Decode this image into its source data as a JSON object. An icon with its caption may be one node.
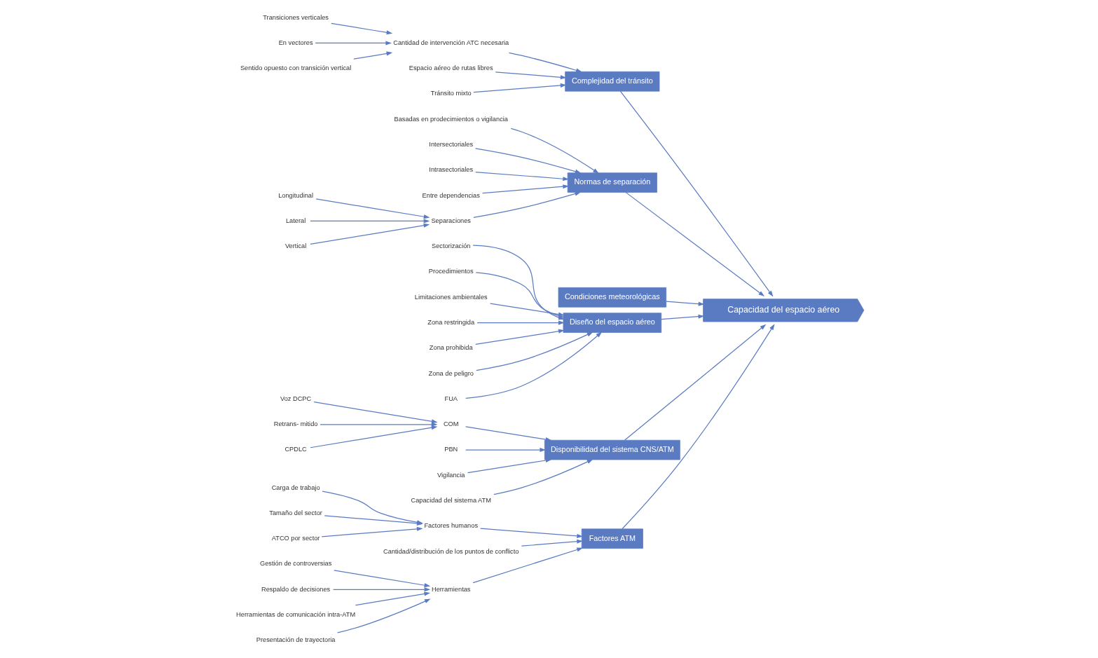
{
  "diagram": {
    "nodes": [
      {
        "text": [
          "Capacidad del espacio aéreo"
        ]
      },
      {
        "text": [
          "Complejidad del tránsito"
        ]
      },
      {
        "text": [
          "Normas de separación"
        ]
      },
      {
        "text": [
          "Condiciones meteorológicas"
        ]
      },
      {
        "text": [
          "Diseño del espacio aéreo"
        ]
      },
      {
        "text": [
          "Disponibilidad del sistema CNS/ATM"
        ]
      },
      {
        "text": [
          "Factores ATM"
        ]
      },
      {
        "text": [
          "Transiciones verticales"
        ]
      },
      {
        "text": [
          "Cantidad de intervención ATC necesaria"
        ]
      },
      {
        "text": [
          "En vectores"
        ]
      },
      {
        "text": [
          "Sentido opuesto con transición vertical"
        ]
      },
      {
        "text": [
          "Espacio aéreo de rutas libres"
        ]
      },
      {
        "text": [
          "Tránsito mixto"
        ]
      },
      {
        "text": [
          "Basadas en prodecimientos o vigilancia"
        ]
      },
      {
        "text": [
          "Intersectoriales"
        ]
      },
      {
        "text": [
          "Intrasectoriales"
        ]
      },
      {
        "text": [
          "Entre dependencias"
        ]
      },
      {
        "text": [
          "Longitudinal"
        ]
      },
      {
        "text": [
          "Lateral"
        ]
      },
      {
        "text": [
          "Vertical"
        ]
      },
      {
        "text": [
          "Separaciones"
        ]
      },
      {
        "text": [
          "Sectorización"
        ]
      },
      {
        "text": [
          "Procedimientos"
        ]
      },
      {
        "text": [
          "Limitaciones ambientales"
        ]
      },
      {
        "text": [
          "Zona restringida"
        ]
      },
      {
        "text": [
          "Zona prohibida"
        ]
      },
      {
        "text": [
          "Zona de peligro"
        ]
      },
      {
        "text": [
          "FUA"
        ]
      },
      {
        "text": [
          "COM"
        ]
      },
      {
        "text": [
          "Voz DCPC"
        ]
      },
      {
        "text": [
          "Retrans- mitido"
        ]
      },
      {
        "text": [
          "CPDLC"
        ]
      },
      {
        "text": [
          "PBN"
        ]
      },
      {
        "text": [
          "Vigilancia"
        ]
      },
      {
        "text": [
          "Capacidad del sistema ATM"
        ]
      },
      {
        "text": [
          "Factores humanos"
        ]
      },
      {
        "text": [
          "Carga de trabajo"
        ]
      },
      {
        "text": [
          "Tamaño del sector"
        ]
      },
      {
        "text": [
          "ATCO por sector"
        ]
      },
      {
        "text": [
          "Cantidad/distribución de los puntos de conflicto"
        ]
      },
      {
        "text": [
          "Gestión de controversias"
        ]
      },
      {
        "text": [
          "Respaldo de decisiones"
        ]
      },
      {
        "text": [
          "Herramientas"
        ]
      },
      {
        "text": [
          "Herramientas de comunicación intra-ATM"
        ]
      },
      {
        "text": [
          "Presentación de trayectoria"
        ]
      }
    ],
    "edges": [
      {
        "from": 1,
        "to": 0,
        "arrow": "to"
      },
      {
        "from": 2,
        "to": 0,
        "arrow": "to"
      },
      {
        "from": 3,
        "to": 0,
        "arrow": "to"
      },
      {
        "from": 4,
        "to": 0,
        "arrow": "to"
      },
      {
        "from": 5,
        "to": 0,
        "arrow": "to"
      },
      {
        "from": 6,
        "to": 0,
        "arrow": "to"
      },
      {
        "from": 7,
        "to": 8,
        "arrow": "to"
      },
      {
        "from": 8,
        "to": 1,
        "arrow": "to"
      },
      {
        "from": 9,
        "to": 8,
        "arrow": "to"
      },
      {
        "from": 10,
        "to": 8,
        "arrow": "to"
      },
      {
        "from": 11,
        "to": 1,
        "arrow": "to"
      },
      {
        "from": 12,
        "to": 1,
        "arrow": "to"
      },
      {
        "from": 13,
        "to": 2,
        "arrow": "to"
      },
      {
        "from": 14,
        "to": 2,
        "arrow": "to"
      },
      {
        "from": 15,
        "to": 2,
        "arrow": "to"
      },
      {
        "from": 16,
        "to": 2,
        "arrow": "to"
      },
      {
        "from": 17,
        "to": 20,
        "arrow": "to"
      },
      {
        "from": 18,
        "to": 20,
        "arrow": "to"
      },
      {
        "from": 19,
        "to": 20,
        "arrow": "to"
      },
      {
        "from": 20,
        "to": 2,
        "arrow": "to"
      },
      {
        "from": 21,
        "to": 4,
        "arrow": "to"
      },
      {
        "from": 22,
        "to": 4,
        "arrow": "to"
      },
      {
        "from": 23,
        "to": 4,
        "arrow": "to"
      },
      {
        "from": 24,
        "to": 4,
        "arrow": "to"
      },
      {
        "from": 25,
        "to": 4,
        "arrow": "to"
      },
      {
        "from": 26,
        "to": 4,
        "arrow": "to"
      },
      {
        "from": 27,
        "to": 4,
        "arrow": "to"
      },
      {
        "from": 28,
        "to": 5,
        "arrow": "to"
      },
      {
        "from": 29,
        "to": 28,
        "arrow": "to"
      },
      {
        "from": 30,
        "to": 28,
        "arrow": "to"
      },
      {
        "from": 31,
        "to": 28,
        "arrow": "to"
      },
      {
        "from": 32,
        "to": 5,
        "arrow": "to"
      },
      {
        "from": 33,
        "to": 5,
        "arrow": "to"
      },
      {
        "from": 34,
        "to": 5,
        "arrow": "to"
      },
      {
        "from": 35,
        "to": 6,
        "arrow": "to"
      },
      {
        "from": 36,
        "to": 35,
        "arrow": "to"
      },
      {
        "from": 37,
        "to": 35,
        "arrow": "to"
      },
      {
        "from": 38,
        "to": 35,
        "arrow": "to"
      },
      {
        "from": 39,
        "to": 6,
        "arrow": "to"
      },
      {
        "from": 40,
        "to": 42,
        "arrow": "to"
      },
      {
        "from": 41,
        "to": 42,
        "arrow": "to"
      },
      {
        "from": 42,
        "to": 6,
        "arrow": "to"
      },
      {
        "from": 43,
        "to": 42,
        "arrow": "to"
      },
      {
        "from": 44,
        "to": 42,
        "arrow": "to"
      }
    ]
  }
}
